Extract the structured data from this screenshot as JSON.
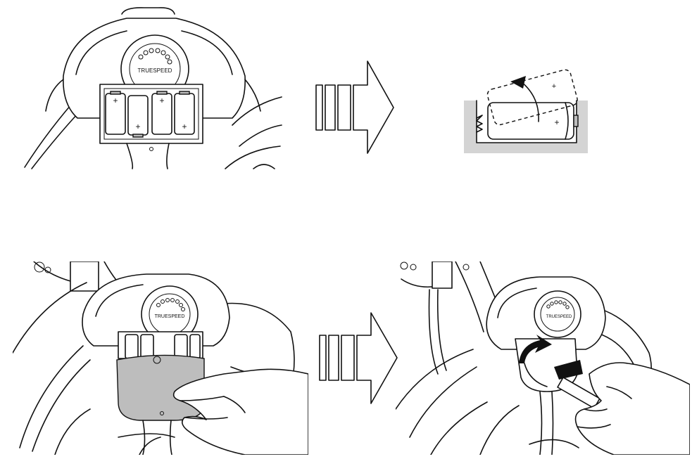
{
  "brand_label": "TRUESPEED",
  "battery_polarity": "+",
  "steps": [
    {
      "id": "insert-batteries",
      "icon": "battery-compartment"
    },
    {
      "id": "battery-orientation",
      "icon": "battery-tilt-arrow"
    },
    {
      "id": "replace-cover",
      "icon": "hand-cover"
    },
    {
      "id": "tighten-screw",
      "icon": "screwdriver-rotate-arrow"
    }
  ],
  "colors": {
    "line": "#111111",
    "shade_light": "#d4d4d4",
    "shade_mid": "#bdbdbd"
  }
}
